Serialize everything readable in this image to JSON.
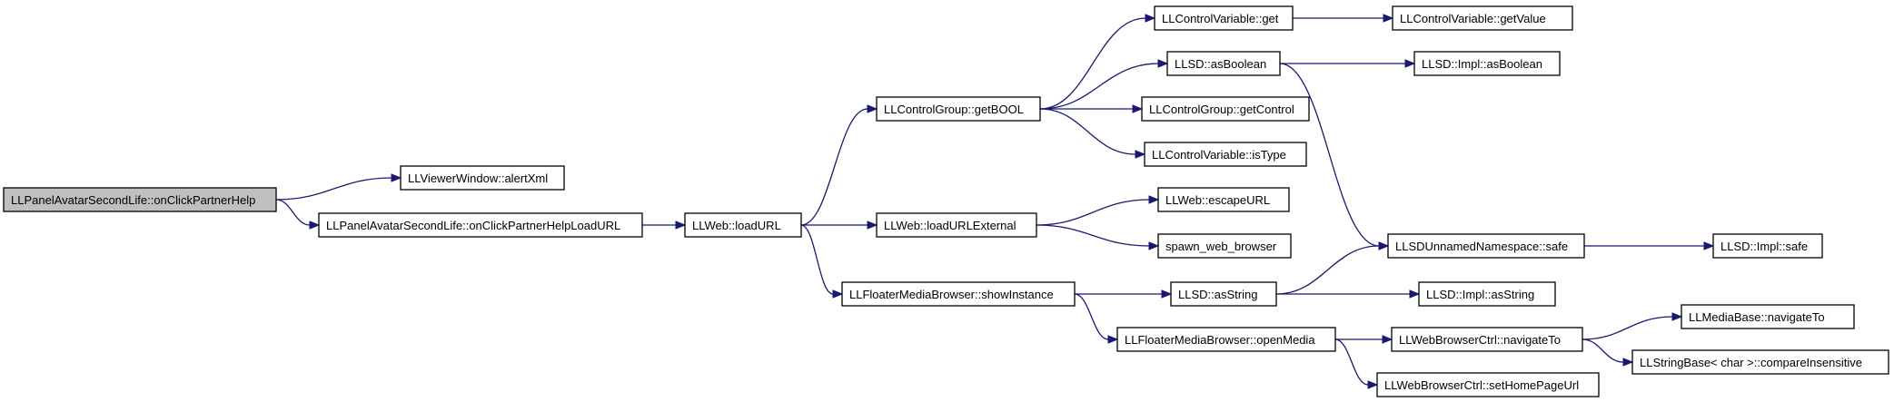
{
  "graph": {
    "nodes": {
      "n0": "LLPanelAvatarSecondLife::onClickPartnerHelp",
      "n1": "LLViewerWindow::alertXml",
      "n2": "LLPanelAvatarSecondLife::onClickPartnerHelpLoadURL",
      "n3": "LLWeb::loadURL",
      "n4": "LLControlGroup::getBOOL",
      "n5": "LLWeb::loadURLExternal",
      "n6": "LLFloaterMediaBrowser::showInstance",
      "n7": "LLControlVariable::get",
      "n8": "LLSD::asBoolean",
      "n9": "LLControlGroup::getControl",
      "n10": "LLControlVariable::isType",
      "n11": "LLWeb::escapeURL",
      "n12": "spawn_web_browser",
      "n13": "LLSD::asString",
      "n14": "LLFloaterMediaBrowser::openMedia",
      "n15": "LLControlVariable::getValue",
      "n16": "LLSD::Impl::asBoolean",
      "n17": "LLSDUnnamedNamespace::safe",
      "n18": "LLSD::Impl::asString",
      "n19": "LLWebBrowserCtrl::navigateTo",
      "n20": "LLWebBrowserCtrl::setHomePageUrl",
      "n21": "LLSD::Impl::safe",
      "n22": "LLMediaBase::navigateTo",
      "n23": "LLStringBase< char >::compareInsensitive"
    },
    "edges": [
      [
        "n0",
        "n1"
      ],
      [
        "n0",
        "n2"
      ],
      [
        "n2",
        "n3"
      ],
      [
        "n3",
        "n4"
      ],
      [
        "n3",
        "n5"
      ],
      [
        "n3",
        "n6"
      ],
      [
        "n4",
        "n7"
      ],
      [
        "n4",
        "n8"
      ],
      [
        "n4",
        "n9"
      ],
      [
        "n4",
        "n10"
      ],
      [
        "n5",
        "n11"
      ],
      [
        "n5",
        "n12"
      ],
      [
        "n6",
        "n13"
      ],
      [
        "n6",
        "n14"
      ],
      [
        "n7",
        "n15"
      ],
      [
        "n8",
        "n16"
      ],
      [
        "n8",
        "n17"
      ],
      [
        "n13",
        "n17"
      ],
      [
        "n13",
        "n18"
      ],
      [
        "n14",
        "n19"
      ],
      [
        "n14",
        "n20"
      ],
      [
        "n17",
        "n21"
      ],
      [
        "n19",
        "n22"
      ],
      [
        "n19",
        "n23"
      ]
    ]
  }
}
